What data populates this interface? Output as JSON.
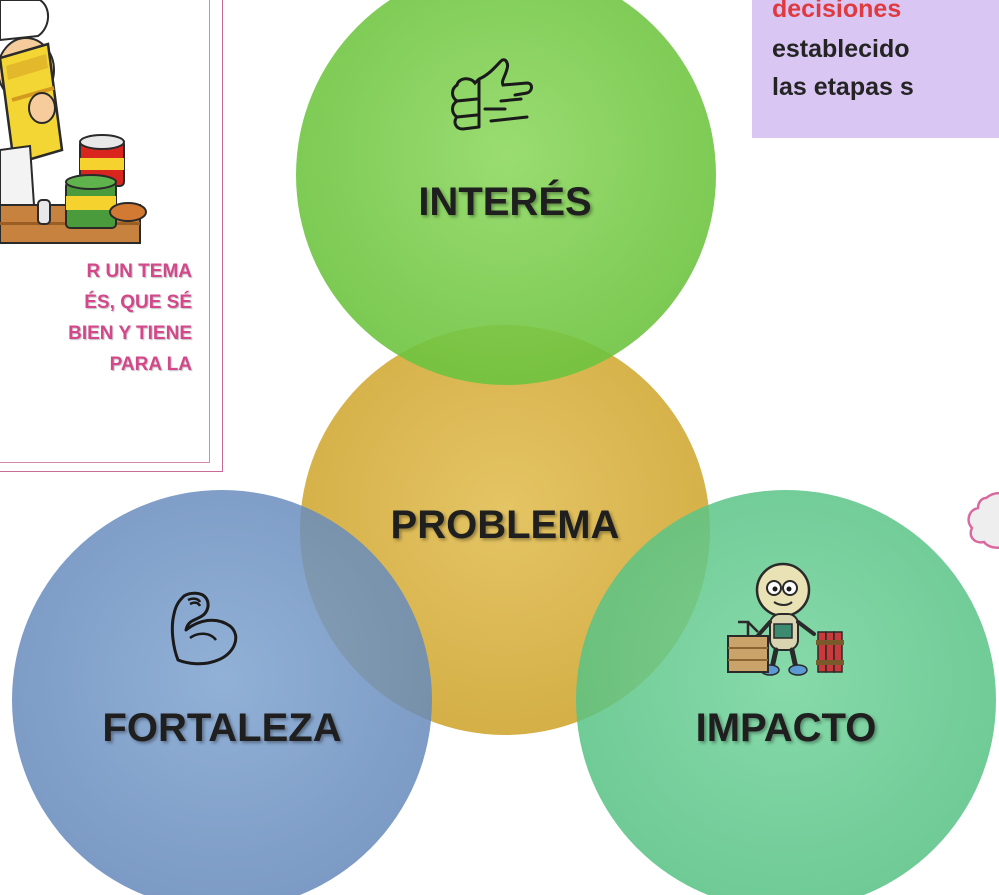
{
  "textbox_left": {
    "lines": [
      "R UN TEMA",
      "ÉS, QUE SÉ",
      "BIEN Y TIENE",
      "PARA LA"
    ]
  },
  "purple_box": {
    "line1_red": "decisiones",
    "line2": "establecido",
    "line3": "las etapas s"
  },
  "diagram": {
    "circles": [
      {
        "id": "interes",
        "label": "INTERÉS",
        "color": "#7dcc4c"
      },
      {
        "id": "problema",
        "label": "PROBLEMA",
        "color": "#d9b54d"
      },
      {
        "id": "fortaleza",
        "label": "FORTALEZA",
        "color": "#6f95c2"
      },
      {
        "id": "impacto",
        "label": "IMPACTO",
        "color": "#5fc98b"
      }
    ],
    "icons": [
      "thumbs-up-icon",
      "flexed-arm-icon",
      "cartoon-worker-icon",
      "chef-reading-icon"
    ]
  },
  "colors": {
    "pink_text": "#d4478b",
    "purple_box": "#d9c6f2",
    "red_text": "#e0393f"
  }
}
